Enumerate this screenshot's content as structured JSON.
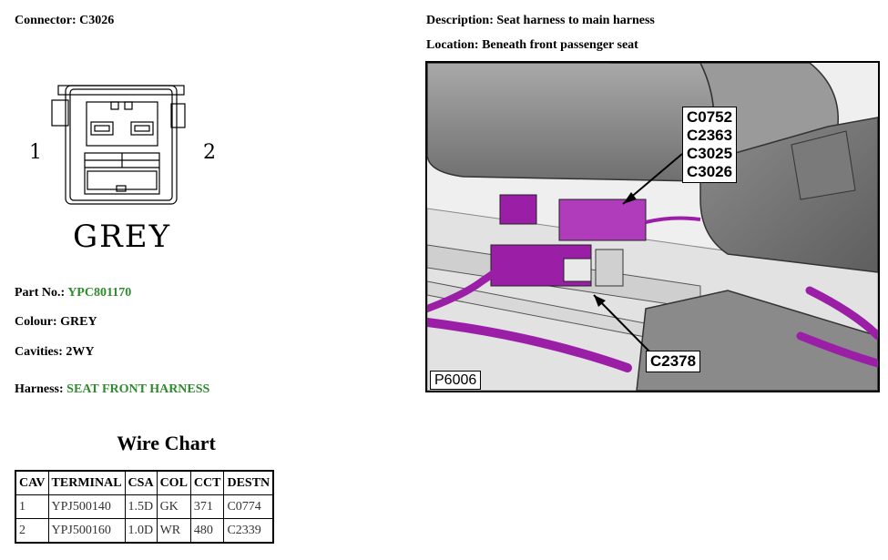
{
  "connector": {
    "label": "Connector:",
    "id": "C3026",
    "pin_left": "1",
    "pin_right": "2",
    "color_text": "GREY"
  },
  "description": {
    "label": "Description:",
    "value": "Seat harness to main harness"
  },
  "location": {
    "label": "Location:",
    "value": "Beneath front passenger seat"
  },
  "part_no": {
    "label": "Part No.:",
    "value": "YPC801170"
  },
  "colour": {
    "label": "Colour:",
    "value": "GREY"
  },
  "cavities": {
    "label": "Cavities:",
    "value": "2WY"
  },
  "harness": {
    "label": "Harness:",
    "value": "SEAT FRONT HARNESS"
  },
  "link_color": "#2e8b2e",
  "wire_chart": {
    "title": "Wire Chart",
    "headers": [
      "CAV",
      "TERMINAL",
      "CSA",
      "COL",
      "CCT",
      "DESTN"
    ],
    "rows": [
      [
        "1",
        "YPJ500140",
        "1.5D",
        "GK",
        "371",
        "C0774"
      ],
      [
        "2",
        "YPJ500160",
        "1.0D",
        "WR",
        "480",
        "C2339"
      ]
    ]
  },
  "figure": {
    "callout_top": [
      "C0752",
      "C2363",
      "C3025",
      "C3026"
    ],
    "callout_bottom": "C2378",
    "figure_id": "P6006",
    "harness_color": "#9b1fa6"
  }
}
